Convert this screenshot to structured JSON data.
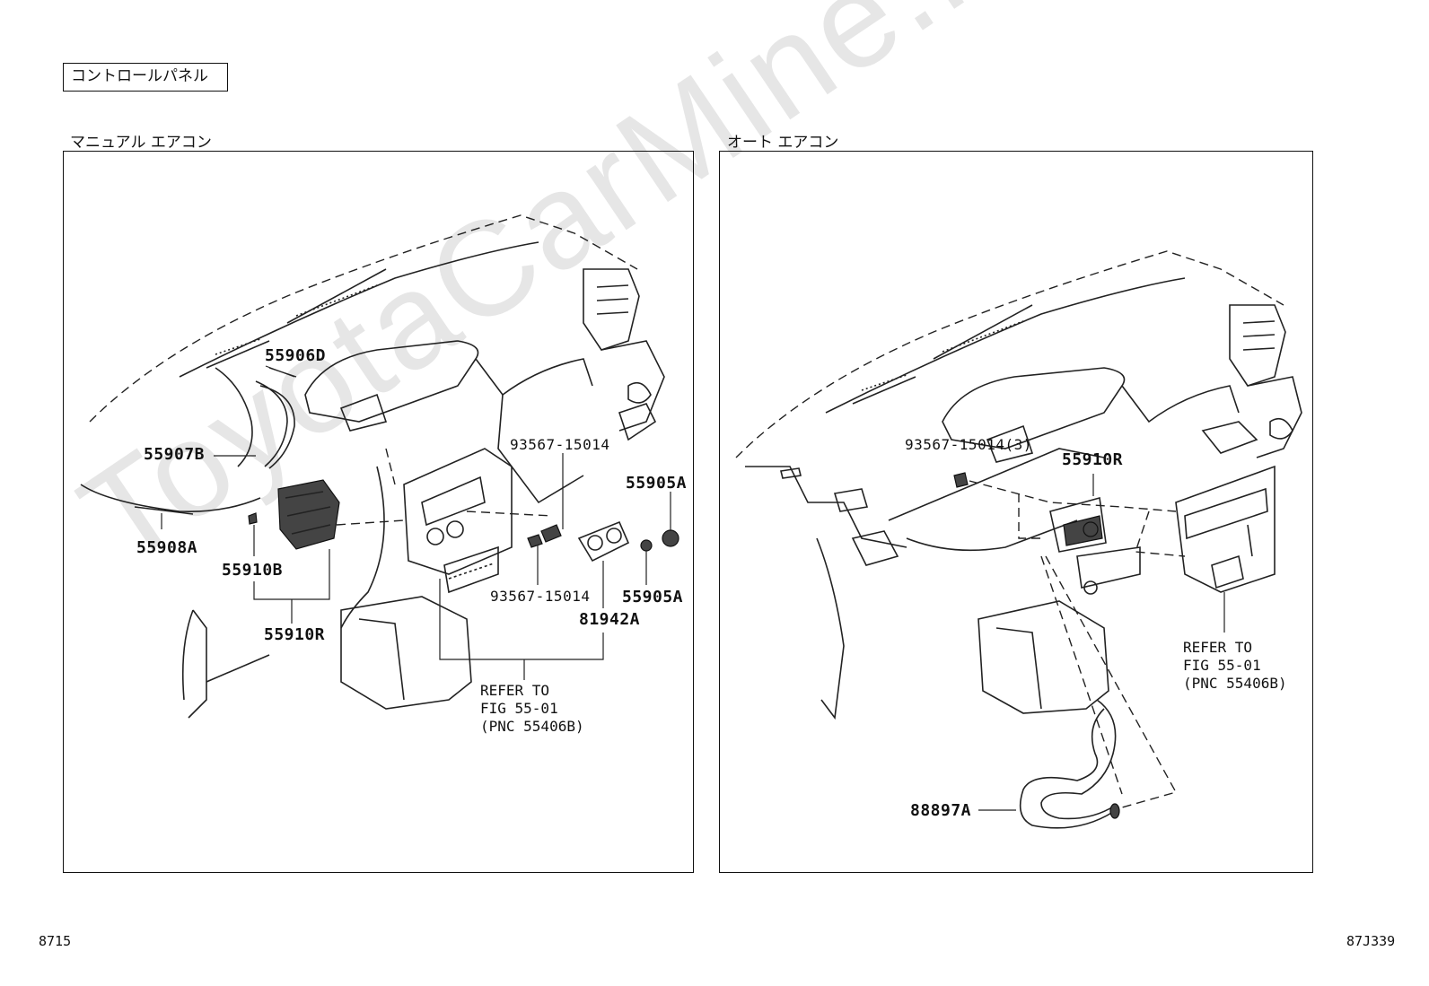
{
  "section_title": "コントロールパネル",
  "left_panel": {
    "title": "マニュアル エアコン",
    "labels": {
      "p55906D": "55906D",
      "p55907B": "55907B",
      "p55908A": "55908A",
      "p55910B": "55910B",
      "p55910R": "55910R",
      "p93567a": "93567-15014",
      "p93567b": "93567-15014",
      "p55905A_top": "55905A",
      "p55905A_bot": "55905A",
      "p81942A": "81942A"
    },
    "refer": [
      "REFER TO",
      "FIG 55-01",
      "(PNC 55406B)"
    ]
  },
  "right_panel": {
    "title": "オート エアコン",
    "labels": {
      "p93567": "93567-15014(3)",
      "p55910R": "55910R",
      "p88897A": "88897A"
    },
    "refer": [
      "REFER TO",
      "FIG 55-01",
      "(PNC 55406B)"
    ]
  },
  "footer": {
    "left": "8715",
    "right": "87J339"
  },
  "watermark": "ToyotaCarMine.ru"
}
